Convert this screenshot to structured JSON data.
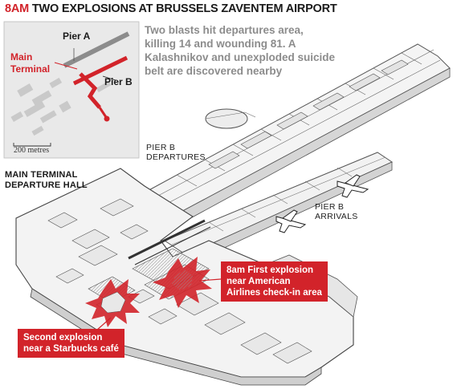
{
  "headline": {
    "time": "8AM",
    "title": "TWO EXPLOSIONS AT BRUSSELS ZAVENTEM AIRPORT"
  },
  "summary": "Two blasts hit departures area, killing 14 and wounding 81. A Kalashnikov and unexploded suicide belt are discovered nearby",
  "locator_map": {
    "pier_a": "Pier A",
    "pier_b": "Pier B",
    "main_terminal_line1": "Main",
    "main_terminal_line2": "Terminal",
    "scale": "200 metres"
  },
  "section_title_line1": "MAIN TERMINAL",
  "section_title_line2": "DEPARTURE HALL",
  "labels": {
    "pier_b_departures_line1": "PIER B",
    "pier_b_departures_line2": "DEPARTURES",
    "pier_b_arrivals_line1": "PIER B",
    "pier_b_arrivals_line2": "ARRIVALS"
  },
  "callouts": {
    "first": {
      "heading": "8am First explosion",
      "line2": "near American",
      "line3": "Airlines check-in area"
    },
    "second": {
      "heading": "Second explosion",
      "line2": "near a Starbucks café"
    }
  },
  "colors": {
    "accent_red": "#d2232a",
    "summary_grey": "#8c8c8c"
  }
}
